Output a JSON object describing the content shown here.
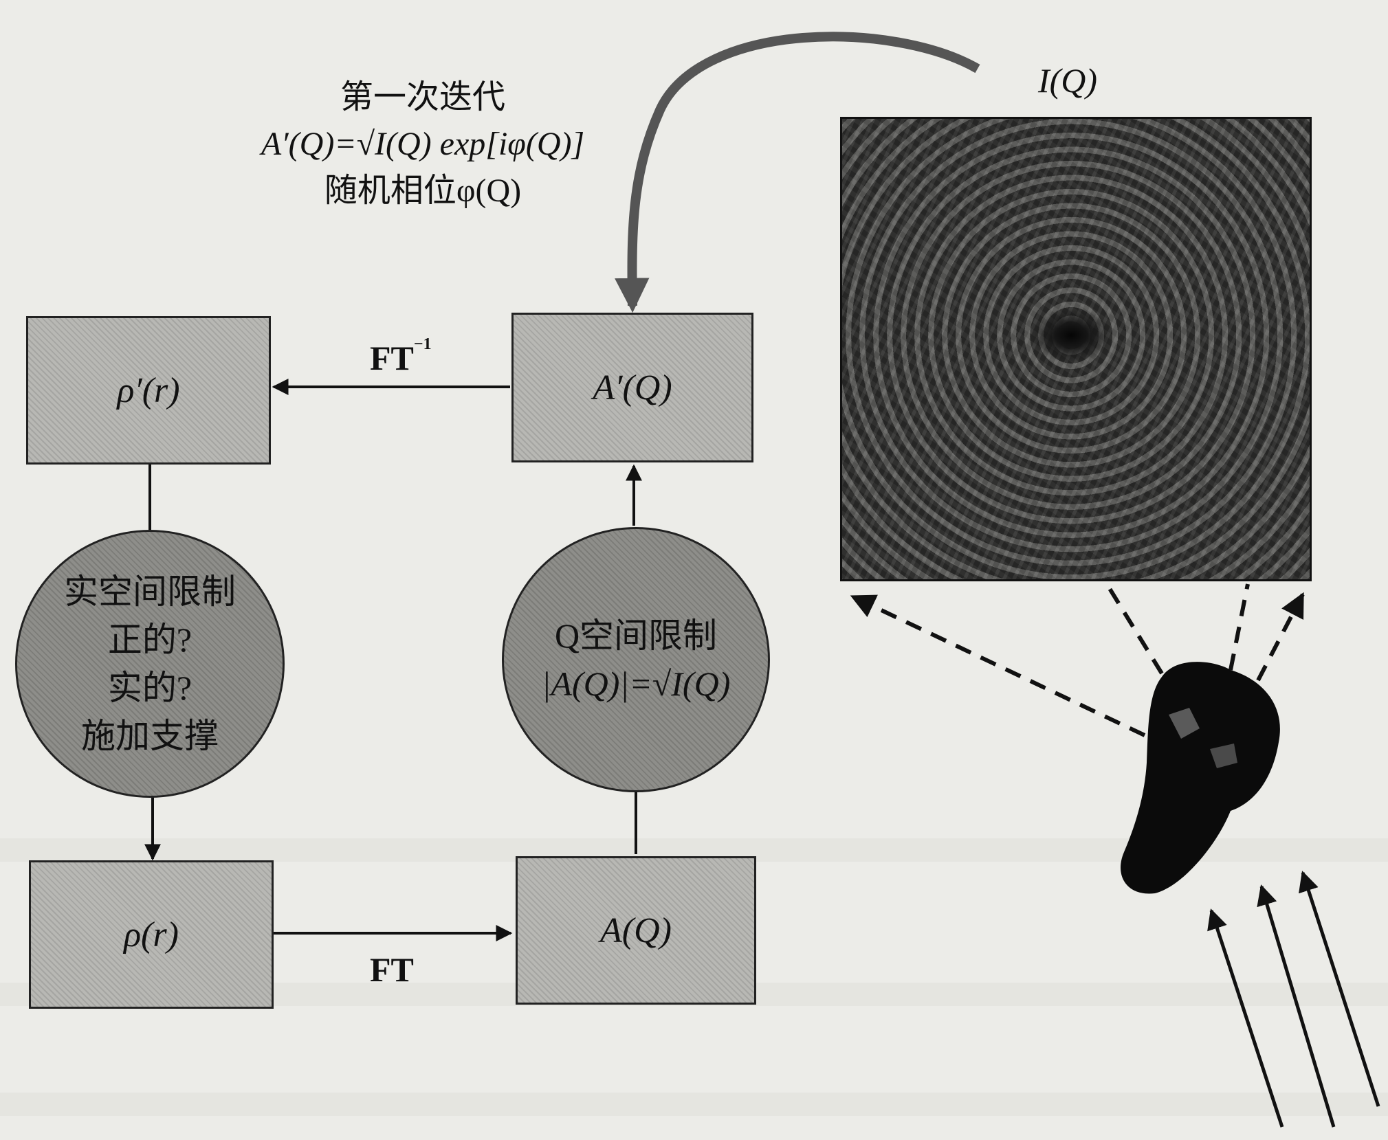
{
  "iteration": {
    "title": "第一次迭代",
    "formula": "A′(Q)=√I(Q) exp[iφ(Q)]",
    "phase": "随机相位φ(Q)"
  },
  "nodes": {
    "rho_prime": "ρ′(r)",
    "a_prime": "A′(Q)",
    "rho": "ρ(r)",
    "a": "A(Q)"
  },
  "real_constraint": {
    "lines": [
      "实空间限制",
      "正的?",
      "实的?",
      "施加支撑"
    ]
  },
  "q_constraint": {
    "lines": [
      "Q空间限制",
      "|A(Q)|=√I(Q)"
    ]
  },
  "transforms": {
    "inverse": "FT",
    "inverse_sup": "−1",
    "forward": "FT"
  },
  "detector": {
    "title": "I(Q)"
  }
}
